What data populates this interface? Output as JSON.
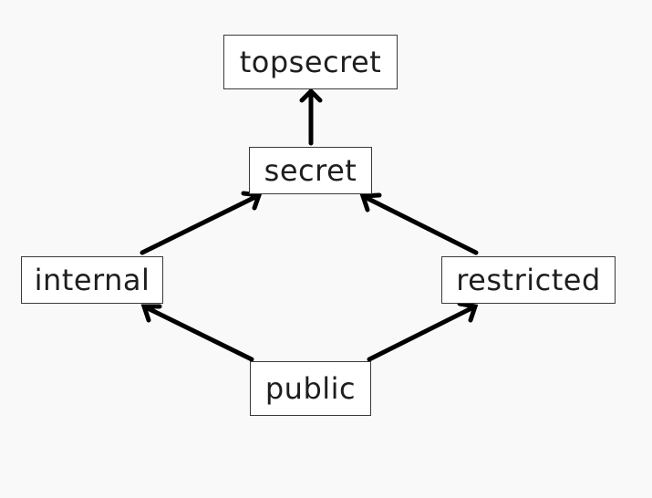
{
  "diagram": {
    "nodes": {
      "topsecret": "topsecret",
      "secret": "secret",
      "internal": "internal",
      "restricted": "restricted",
      "public": "public"
    },
    "edges": [
      {
        "from": "public",
        "to": "internal"
      },
      {
        "from": "public",
        "to": "restricted"
      },
      {
        "from": "internal",
        "to": "secret"
      },
      {
        "from": "restricted",
        "to": "secret"
      },
      {
        "from": "secret",
        "to": "topsecret"
      }
    ],
    "colors": {
      "background": "#f9f9f9",
      "node_fill": "#ffffff",
      "node_border": "#3a3a3a",
      "text": "#1e1e1e",
      "arrow": "#000000"
    }
  }
}
